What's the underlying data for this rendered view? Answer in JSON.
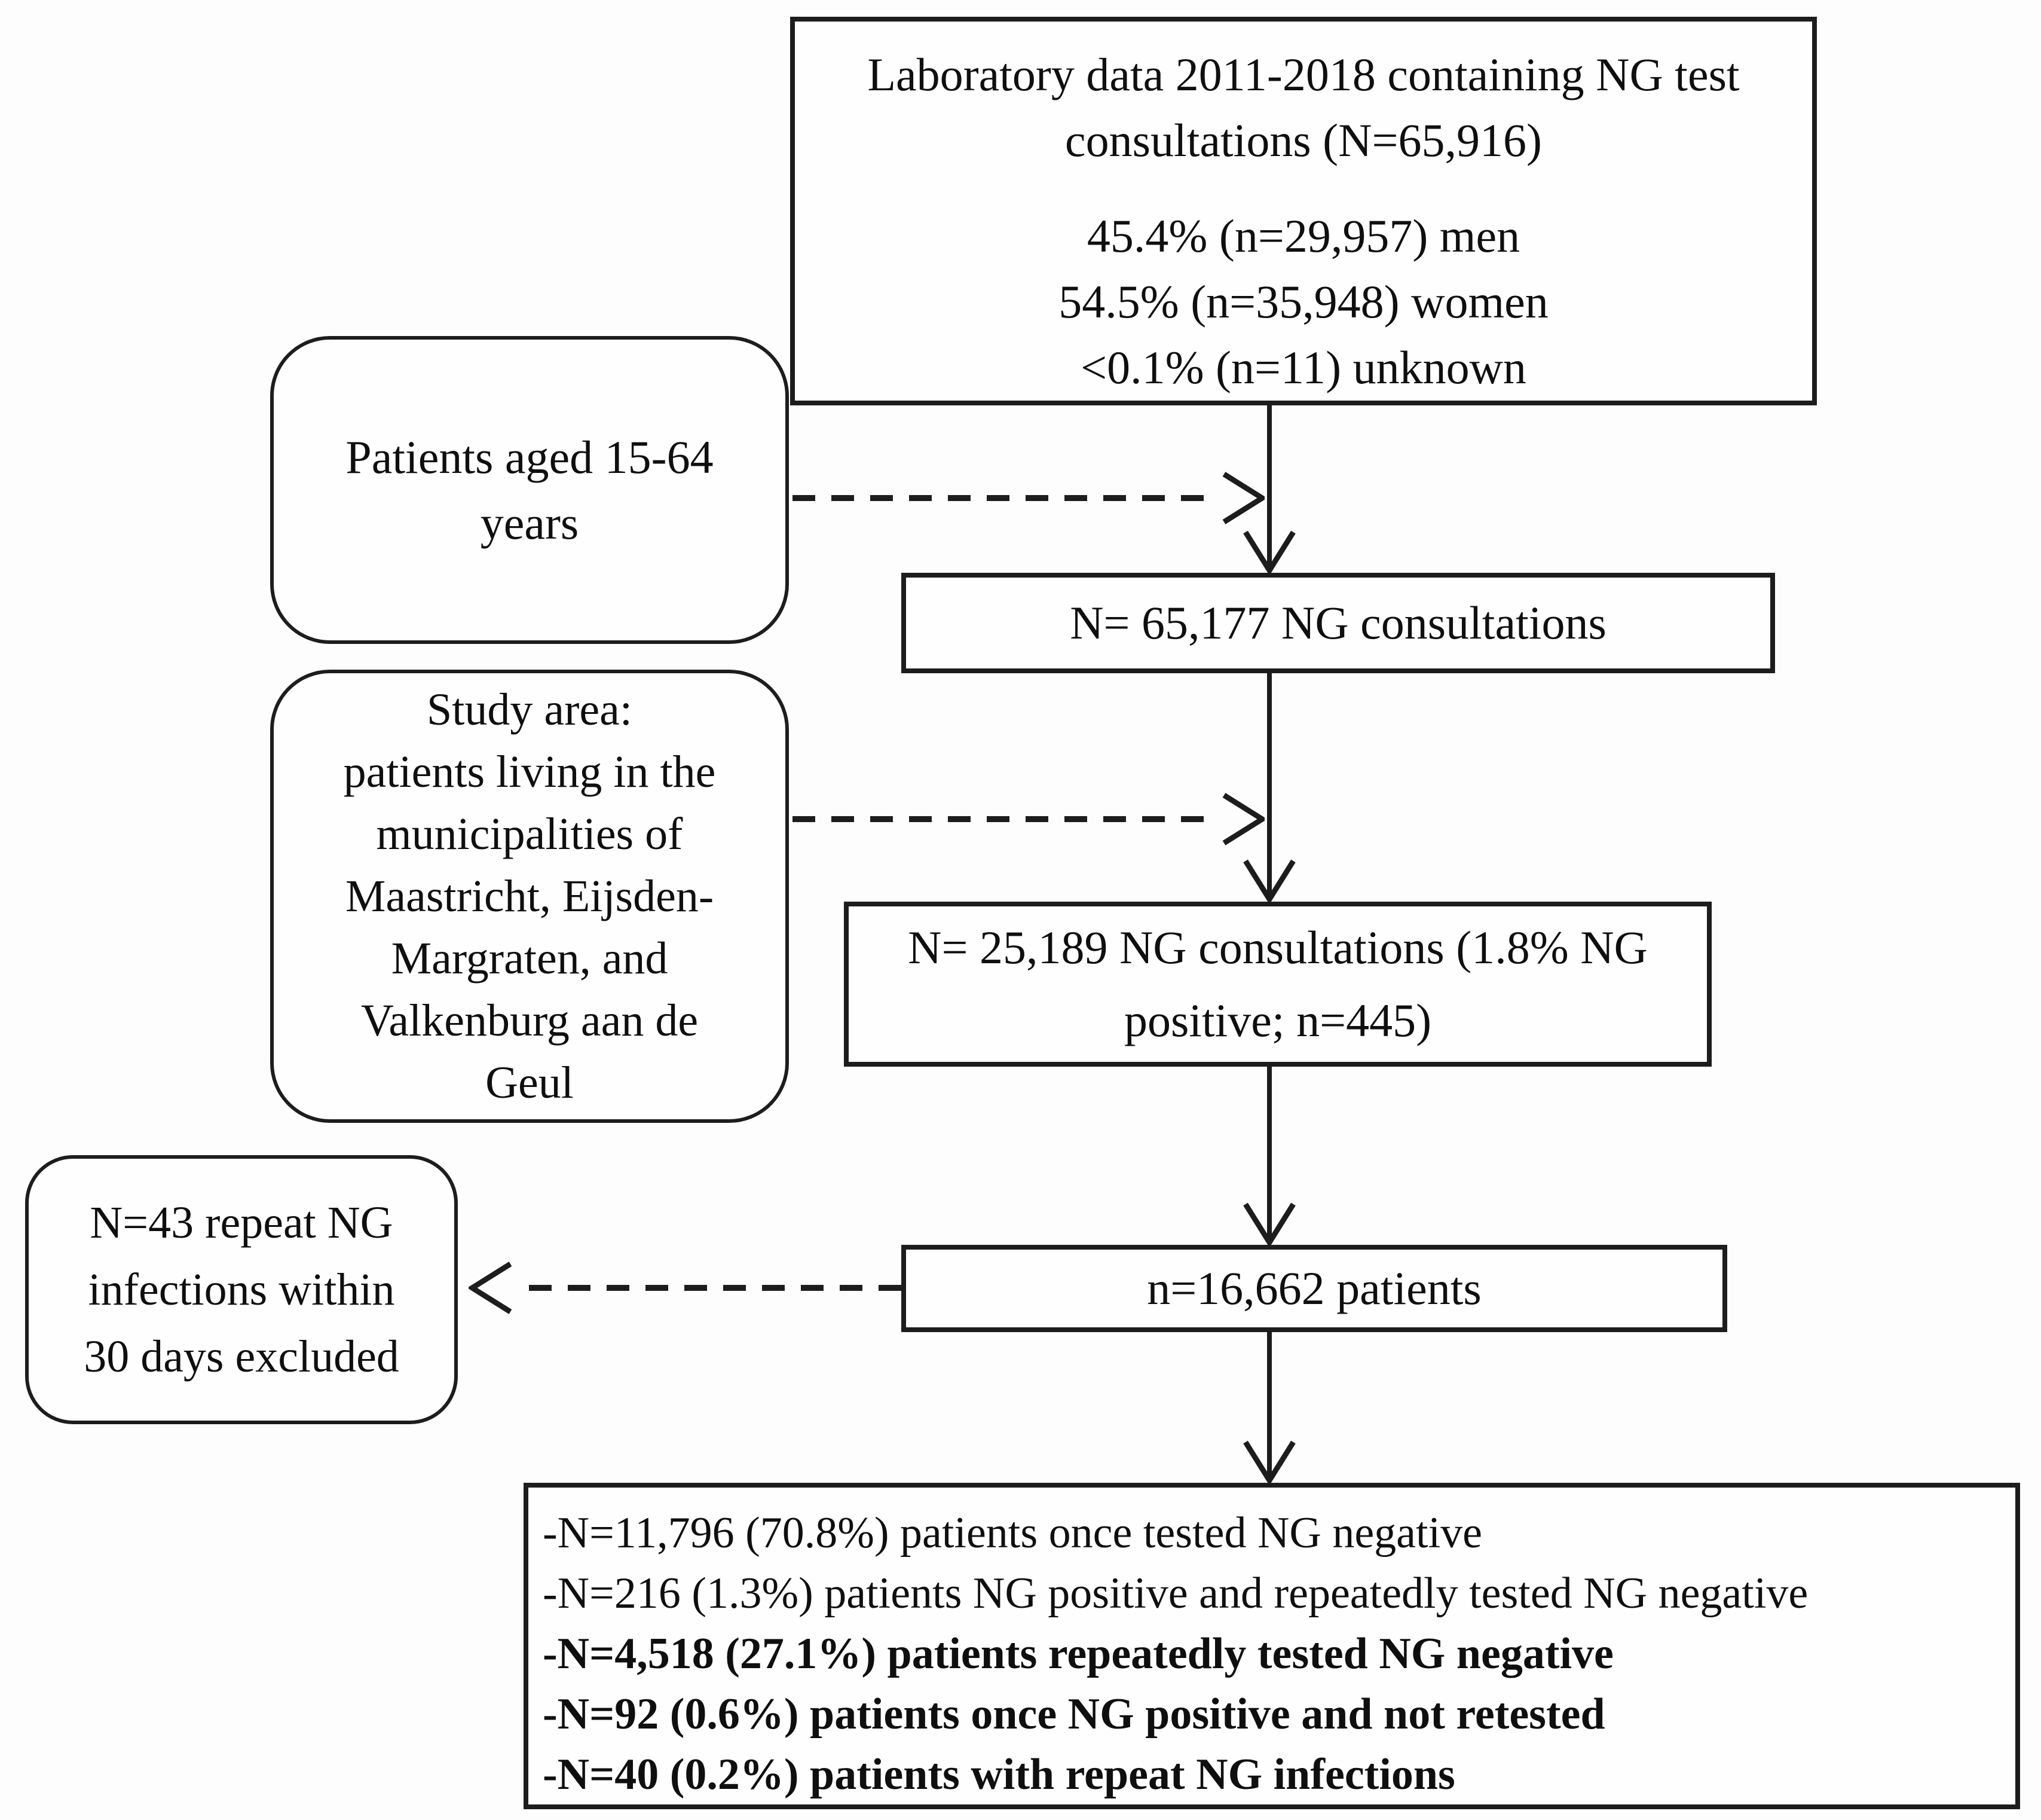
{
  "figure": {
    "type": "flowchart",
    "background_color": "#fdfdfd",
    "line_color": "#1d1d1d",
    "text_color": "#0f0f0f"
  },
  "nodes": {
    "lab_data": {
      "title_lines": [
        "Laboratory data 2011-2018 containing NG test",
        "consultations (N=65,916)"
      ],
      "stat_lines": [
        "45.4% (n=29,957) men",
        "54.5% (n=35,948) women",
        "<0.1% (n=11) unknown"
      ]
    },
    "aged_filter": {
      "lines": [
        "Patients aged 15-64",
        "years"
      ]
    },
    "consultations_65177": {
      "label": "N= 65,177 NG consultations"
    },
    "study_area_filter": {
      "lines": [
        "Study area:",
        "patients living in the",
        "municipalities of",
        "Maastricht, Eijsden-",
        "Margraten, and",
        "Valkenburg aan de",
        "Geul"
      ]
    },
    "consultations_25189": {
      "lines": [
        "N= 25,189 NG consultations (1.8% NG",
        "positive; n=445)"
      ]
    },
    "excluded_filter": {
      "lines": [
        "N=43 repeat NG",
        "infections within",
        "30 days excluded"
      ]
    },
    "patients": {
      "label": "n=16,662 patients"
    },
    "outcomes": {
      "lines": [
        "-N=11,796 (70.8%) patients once tested NG negative",
        "-N=216 (1.3%) patients NG positive and repeatedly tested NG negative",
        "-N=4,518 (27.1%) patients repeatedly tested NG negative",
        "-N=92 (0.6%) patients once NG positive and not retested",
        "-N=40 (0.2%) patients with repeat NG infections"
      ]
    }
  }
}
